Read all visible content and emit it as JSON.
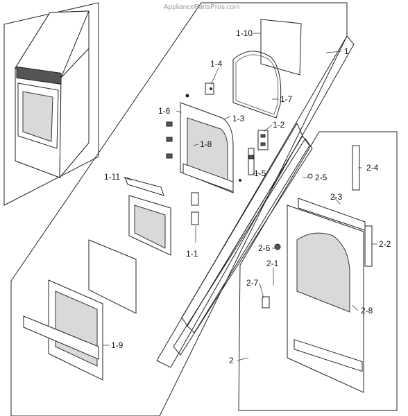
{
  "watermark": "AppliancePartsPros.com",
  "callouts": {
    "c1": "1",
    "c1_1": "1-1",
    "c1_2": "1-2",
    "c1_3": "1-3",
    "c1_4": "1-4",
    "c1_5": "1-5",
    "c1_6": "1-6",
    "c1_7": "1-7",
    "c1_8": "1-8",
    "c1_9": "1-9",
    "c1_10": "1-10",
    "c1_11": "1-11",
    "c2": "2",
    "c2_1": "2-1",
    "c2_2": "2-2",
    "c2_3": "2-3",
    "c2_4": "2-4",
    "c2_5": "2-5",
    "c2_6": "2-6",
    "c2_7": "2-7",
    "c2_8": "2-8"
  }
}
